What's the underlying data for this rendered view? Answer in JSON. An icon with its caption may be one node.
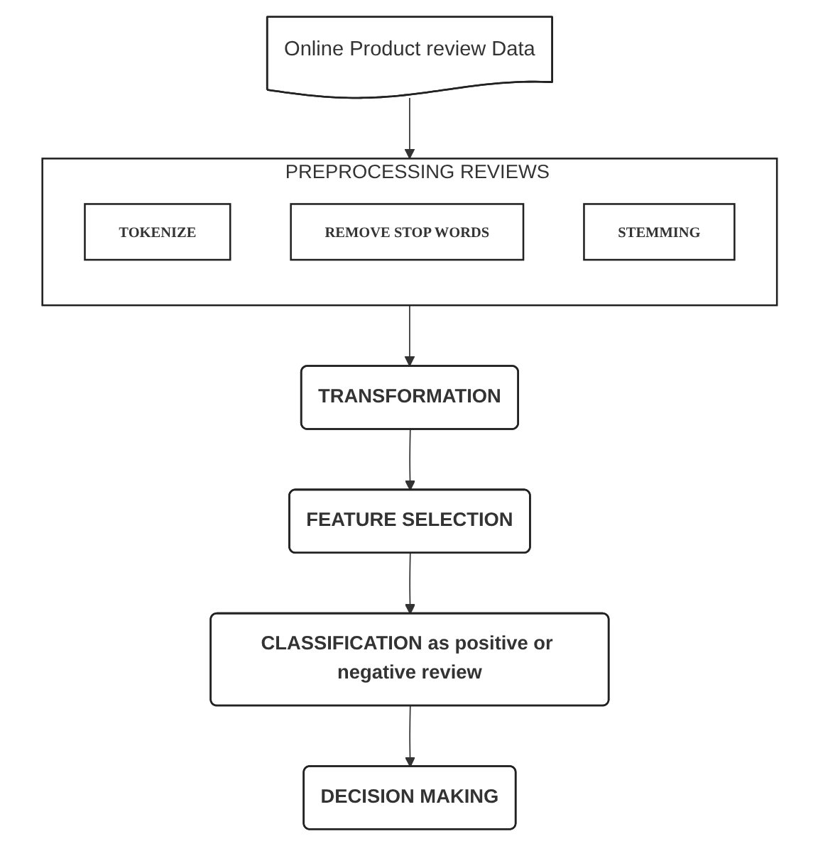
{
  "diagram": {
    "nodes": [
      {
        "text": [
          "Online Product review Data"
        ]
      },
      {
        "text": [
          "PREPROCESSING REVIEWS"
        ]
      },
      {
        "text": [
          "TOKENIZE"
        ],
        "in": 1
      },
      {
        "text": [
          "REMOVE STOP WORDS"
        ],
        "in": 1
      },
      {
        "text": [
          "STEMMING"
        ],
        "in": 1
      },
      {
        "text": [
          "TRANSFORMATION"
        ]
      },
      {
        "text": [
          "FEATURE SELECTION"
        ]
      },
      {
        "text": [
          "CLASSIFICATION as positive or negative review"
        ]
      },
      {
        "text": [
          "DECISION MAKING"
        ]
      }
    ],
    "edges": [
      {
        "from": 0,
        "to": 1,
        "arrow": "to"
      },
      {
        "from": 1,
        "to": 5,
        "arrow": "to"
      },
      {
        "from": 5,
        "to": 6,
        "arrow": "to"
      },
      {
        "from": 6,
        "to": 7,
        "arrow": "to"
      },
      {
        "from": 7,
        "to": 8,
        "arrow": "to"
      }
    ]
  }
}
